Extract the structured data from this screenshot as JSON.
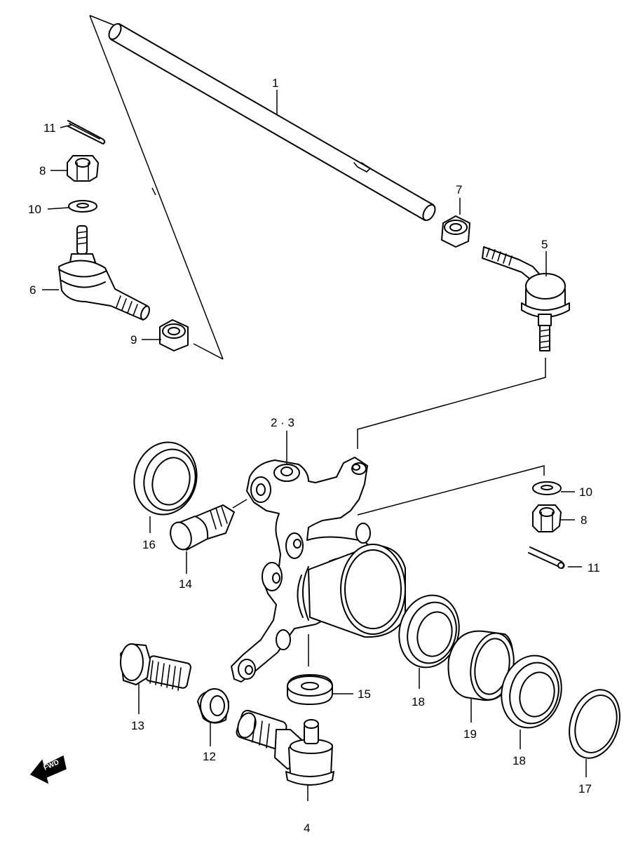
{
  "diagram": {
    "callouts": {
      "c1": "1",
      "c23": "2 · 3",
      "c4": "4",
      "c5": "5",
      "c6": "6",
      "c7": "7",
      "c8a": "8",
      "c8b": "8",
      "c9": "9",
      "c10a": "10",
      "c10b": "10",
      "c11a": "11",
      "c11b": "11",
      "c12": "12",
      "c13": "13",
      "c14": "14",
      "c15": "15",
      "c16": "16",
      "c17": "17",
      "c18a": "18",
      "c18b": "18",
      "c19": "19"
    },
    "fwd_label": "FWD"
  }
}
